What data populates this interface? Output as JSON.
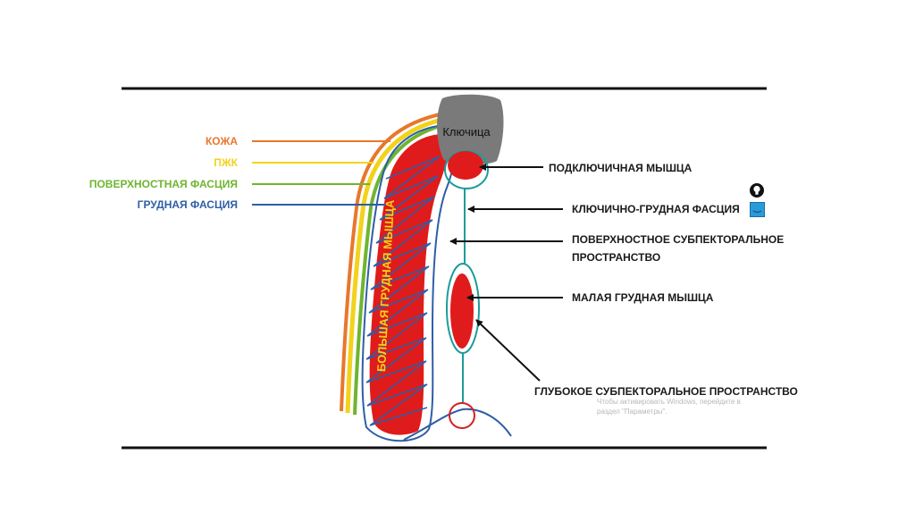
{
  "colors": {
    "skin": "#e8772c",
    "subcutaneous": "#f2d21c",
    "superficial_fascia": "#6fb52f",
    "pectoral_fascia": "#2e5ea8",
    "muscle": "#e01b1b",
    "bone": "#7a7a7a",
    "teal": "#1f9b9b",
    "label": "#1a1a1a",
    "frame": "#111111",
    "muscle_text": "#f2d21c",
    "icon_blue": "#2a9bd8"
  },
  "left_labels": {
    "skin": "КОЖА",
    "subcutaneous": "ПЖК",
    "superficial_fascia": "ПОВЕРХНОСТНАЯ ФАСЦИЯ",
    "pectoral_fascia": "ГРУДНАЯ ФАСЦИЯ"
  },
  "structures": {
    "clavicle": "Ключица",
    "pectoralis_major": "БОЛЬШАЯ ГРУДНАЯ МЫШЦА"
  },
  "right_labels": {
    "subclavius": "ПОДКЛЮЧИЧНАЯ МЫШЦА",
    "clavipectoral_fascia": "КЛЮЧИЧНО-ГРУДНАЯ ФАСЦИЯ",
    "superficial_space_line1": "ПОВЕРХНОСТНОЕ СУБПЕКТОРАЛЬНОЕ",
    "superficial_space_line2": "ПРОСТРАНСТВО",
    "pectoralis_minor": "МАЛАЯ ГРУДНАЯ МЫШЦА",
    "deep_space": "ГЛУБОКОЕ СУБПЕКТОРАЛЬНОЕ ПРОСТРАНСТВО"
  },
  "watermark": {
    "line1": "Чтобы активировать Windows, перейдите в",
    "line2": "раздел \"Параметры\"."
  },
  "icons": [
    "lightbulb-icon",
    "screen-icon"
  ]
}
